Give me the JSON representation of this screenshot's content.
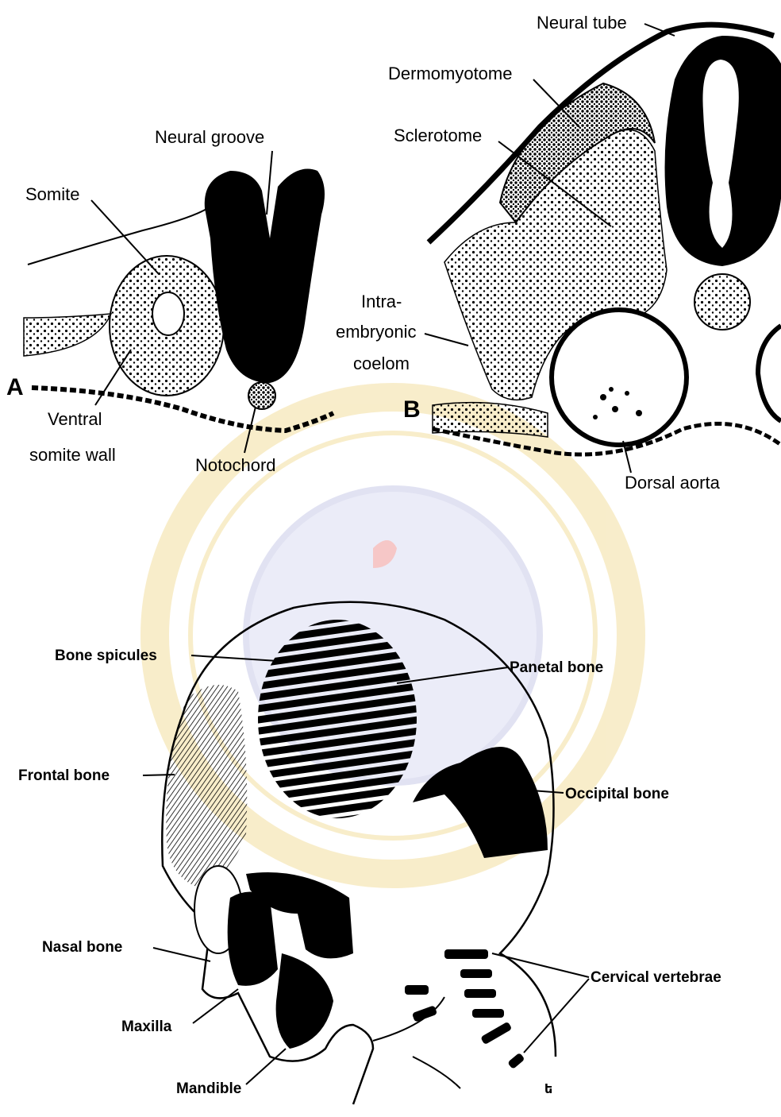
{
  "panel_a": {
    "letter": "A",
    "labels": {
      "neural_groove": "Neural groove",
      "somite": "Somite",
      "ventral_wall_1": "Ventral",
      "ventral_wall_2": "somite wall",
      "notochord": "Notochord"
    }
  },
  "panel_b": {
    "letter": "B",
    "labels": {
      "neural_tube": "Neural tube",
      "dermomyotome": "Dermomyotome",
      "sclerotome": "Sclerotome",
      "coelom_1": "Intra-",
      "coelom_2": "embryonic",
      "coelom_3": "coelom",
      "dorsal_aorta": "Dorsal aorta"
    }
  },
  "panel_c": {
    "labels": {
      "bone_spicules": "Bone spicules",
      "parietal_bone": "Panetal bone",
      "frontal_bone": "Frontal bone",
      "occipital_bone": "Occipital bone",
      "nasal_bone": "Nasal bone",
      "maxilla": "Maxilla",
      "mandible": "Mandible",
      "cervical_vertebrae": "Cervical vertebrae",
      "small_mark": "ե"
    }
  },
  "colors": {
    "ink": "#000000",
    "background": "#ffffff",
    "watermark_gold": "#f3dfa0",
    "watermark_blue": "#c9cbe8",
    "watermark_pink": "#ef9a9a"
  }
}
